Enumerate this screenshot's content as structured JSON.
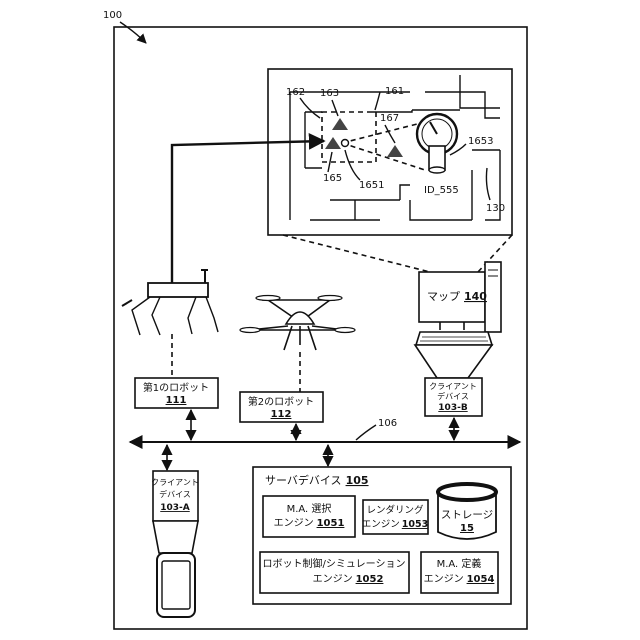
{
  "figure": {
    "ref_system": "100",
    "ref_bus": "106"
  },
  "map_inset": {
    "ref_map_view": "130",
    "refs": {
      "r161": "161",
      "r162": "162",
      "r163": "163",
      "r165": "165",
      "r167": "167",
      "r1651": "1651",
      "r1653": "1653"
    },
    "gauge_id": "ID_555"
  },
  "robot1": {
    "title": "第1のロボット",
    "ref": "111"
  },
  "robot2": {
    "title": "第2のロボット",
    "ref": "112"
  },
  "client_b": {
    "line1": "クライアント",
    "line2": "デバイス",
    "ref": "103-B",
    "map_label": "マップ",
    "map_ref": "140"
  },
  "client_a": {
    "line1": "クライアント",
    "line2": "デバイス",
    "ref": "103-A"
  },
  "server": {
    "title": "サーバデバイス",
    "ref": "105",
    "ma_select": {
      "line1": "M.A. 選択",
      "line2": "エンジン",
      "ref": "1051"
    },
    "rendering": {
      "line1": "レンダリング",
      "line2": "エンジン",
      "ref": "1053"
    },
    "storage": {
      "line1": "ストレージ",
      "ref": "15"
    },
    "robot_control": {
      "line1": "ロボット制御/シミュレーション",
      "line2": "エンジン",
      "ref": "1052"
    },
    "ma_define": {
      "line1": "M.A. 定義",
      "line2": "エンジン",
      "ref": "1054"
    }
  },
  "colors": {
    "line": "#111111",
    "background": "#ffffff"
  }
}
